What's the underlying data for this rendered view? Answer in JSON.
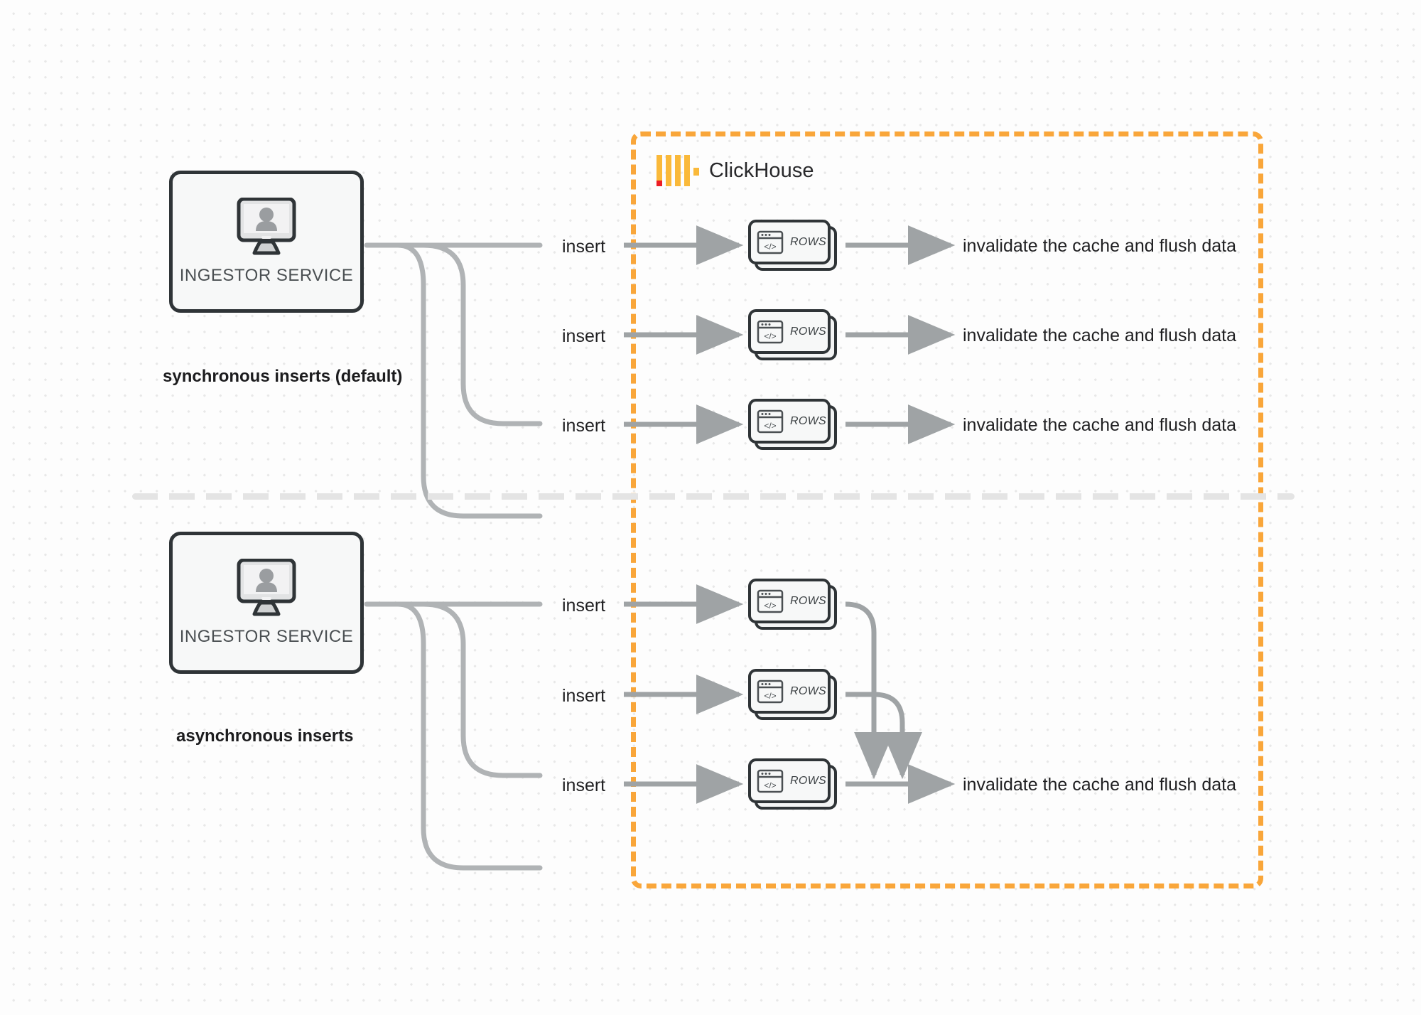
{
  "diagram": {
    "title": "ClickHouse synchronous vs asynchronous inserts",
    "background": "#fdfdfd",
    "accent_orange": "#F9A63A",
    "wire_color": "#9fa3a5",
    "box_border": "#2f3437"
  },
  "clickhouse": {
    "label": "ClickHouse",
    "logo_bar_color": "#FAB93A",
    "logo_dot_color": "#ED1C24",
    "boundary_color": "#F9A63A"
  },
  "sections": [
    {
      "id": "sync",
      "caption": "synchronous inserts (default)",
      "service": {
        "label": "INGESTOR SERVICE",
        "icon": "monitor-user-icon"
      },
      "branches": [
        {
          "insert_label": "insert",
          "rows_label": "ROWS",
          "result_label": "invalidate the cache and flush data"
        },
        {
          "insert_label": "insert",
          "rows_label": "ROWS",
          "result_label": "invalidate the cache and flush data"
        },
        {
          "insert_label": "insert",
          "rows_label": "ROWS",
          "result_label": "invalidate the cache and flush data"
        }
      ]
    },
    {
      "id": "async",
      "caption": "asynchronous inserts",
      "service": {
        "label": "INGESTOR SERVICE",
        "icon": "monitor-user-icon"
      },
      "branches": [
        {
          "insert_label": "insert",
          "rows_label": "ROWS"
        },
        {
          "insert_label": "insert",
          "rows_label": "ROWS"
        },
        {
          "insert_label": "insert",
          "rows_label": "ROWS"
        }
      ],
      "merged_result_label": "invalidate the cache and flush data"
    }
  ]
}
